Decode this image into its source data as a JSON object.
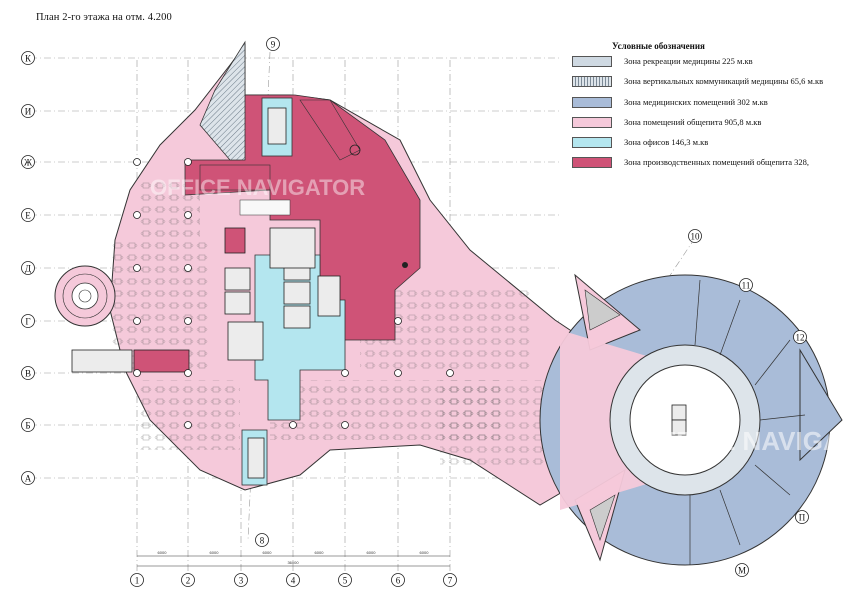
{
  "title": "План 2-го этажа на отм. 4.200",
  "legend": {
    "title": "Условные обозначения",
    "items": [
      {
        "label": "Зона рекреации медицины 225 м.кв",
        "color": "#cfd9e2",
        "pattern": "none"
      },
      {
        "label": "Зона вертикальных коммуникаций медицины 65,6 м.кв",
        "color": "#dde4ea",
        "pattern": "hatch"
      },
      {
        "label": "Зона медицинских помещений 302 м.кв",
        "color": "#a9bcd8",
        "pattern": "none"
      },
      {
        "label": "Зона помещений общепита 905,8 м.кв",
        "color": "#f5c9da",
        "pattern": "none"
      },
      {
        "label": "Зона офисов 146,3 м.кв",
        "color": "#b4e6ef",
        "pattern": "none"
      },
      {
        "label": "Зона производственных помещений общепита 328,",
        "color": "#cf5377",
        "pattern": "none"
      }
    ]
  },
  "axes": {
    "letters": [
      "К",
      "И",
      "Ж",
      "Е",
      "Д",
      "Г",
      "В",
      "Б",
      "А"
    ],
    "numbers": [
      "1",
      "2",
      "3",
      "4",
      "5",
      "6",
      "7"
    ],
    "diagonal": [
      "8",
      "9",
      "10",
      "11",
      "12",
      "П",
      "М"
    ]
  },
  "dimensions": {
    "top_spans": [
      "6000",
      "6000",
      "6000",
      "6000",
      "6000",
      "6000"
    ],
    "total": "36000"
  },
  "watermark": "OFFICE NAVIGATOR"
}
